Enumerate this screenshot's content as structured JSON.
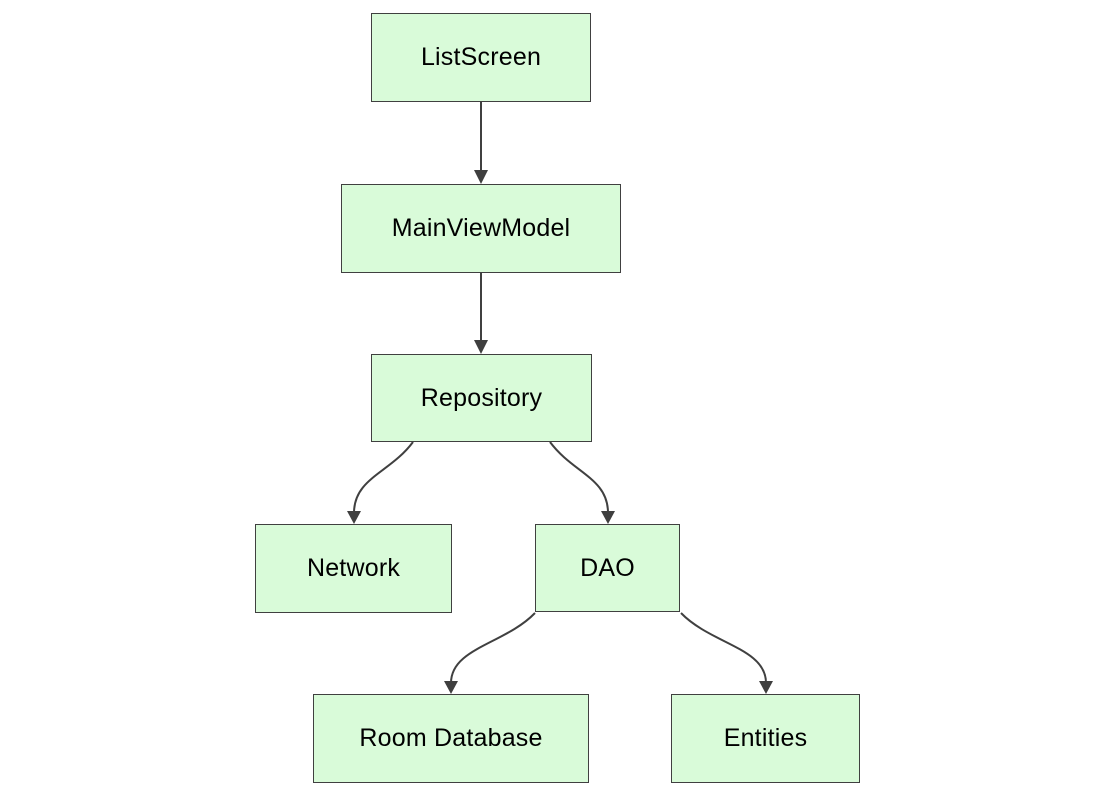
{
  "diagram": {
    "type": "flowchart",
    "direction": "top-down",
    "background_color": "#ffffff",
    "colors": {
      "node_fill": "#d9fbd9",
      "node_border": "#404040",
      "edge_line": "#404040",
      "arrowhead": "#3f3f3f",
      "text": "#000000"
    },
    "nodes": [
      {
        "id": "listscreen",
        "label": "ListScreen"
      },
      {
        "id": "mainviewmodel",
        "label": "MainViewModel"
      },
      {
        "id": "repository",
        "label": "Repository"
      },
      {
        "id": "network",
        "label": "Network"
      },
      {
        "id": "dao",
        "label": "DAO"
      },
      {
        "id": "roomdatabase",
        "label": "Room Database"
      },
      {
        "id": "entities",
        "label": "Entities"
      }
    ],
    "edges": [
      {
        "from": "ListScreen",
        "to": "MainViewModel",
        "style": "arrow"
      },
      {
        "from": "MainViewModel",
        "to": "Repository",
        "style": "arrow"
      },
      {
        "from": "Repository",
        "to": "Network",
        "style": "arrow"
      },
      {
        "from": "Repository",
        "to": "DAO",
        "style": "arrow"
      },
      {
        "from": "DAO",
        "to": "Room Database",
        "style": "arrow"
      },
      {
        "from": "DAO",
        "to": "Entities",
        "style": "arrow"
      }
    ]
  }
}
